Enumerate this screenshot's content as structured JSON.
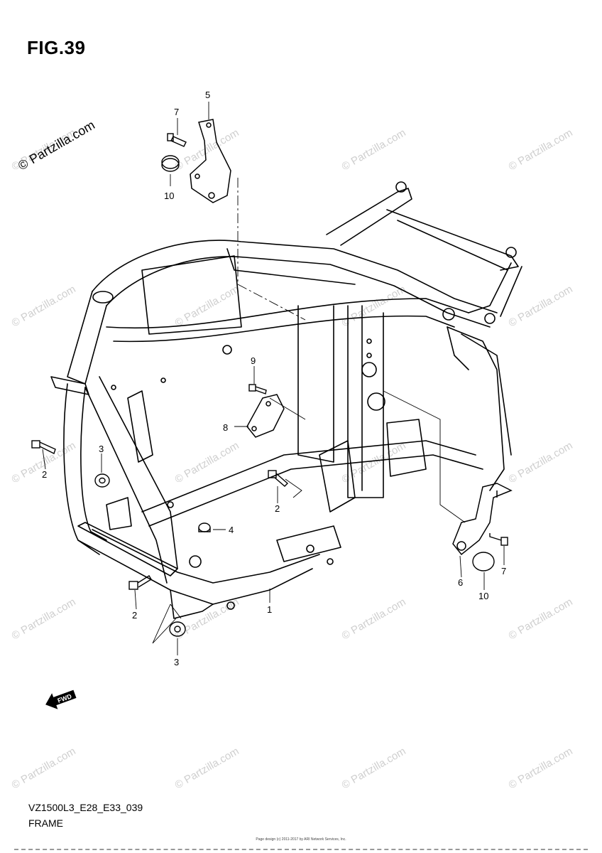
{
  "figure": {
    "title": "FIG.39",
    "model_code": "VZ1500L3_E28_E33_039",
    "section_name": "FRAME",
    "watermark": "© Partzilla.com",
    "footer_copyright": "Page design (c) 2011-2017 by ARI Network Services, Inc.",
    "fwd_label": "FWD"
  },
  "callouts": [
    {
      "id": "c1",
      "label": "1"
    },
    {
      "id": "c2a",
      "label": "2"
    },
    {
      "id": "c2b",
      "label": "2"
    },
    {
      "id": "c2c",
      "label": "2"
    },
    {
      "id": "c3a",
      "label": "3"
    },
    {
      "id": "c3b",
      "label": "3"
    },
    {
      "id": "c4",
      "label": "4"
    },
    {
      "id": "c5",
      "label": "5"
    },
    {
      "id": "c6",
      "label": "6"
    },
    {
      "id": "c7a",
      "label": "7"
    },
    {
      "id": "c7b",
      "label": "7"
    },
    {
      "id": "c8",
      "label": "8"
    },
    {
      "id": "c9",
      "label": "9"
    },
    {
      "id": "c10a",
      "label": "10"
    },
    {
      "id": "c10b",
      "label": "10"
    }
  ]
}
